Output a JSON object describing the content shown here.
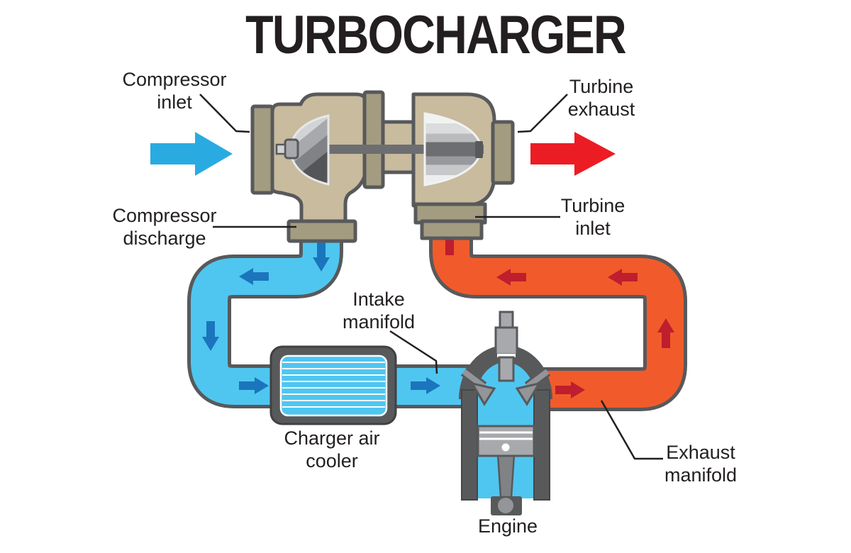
{
  "title": "TURBOCHARGER",
  "labels": {
    "compressor_inlet": "Compressor\ninlet",
    "turbine_exhaust": "Turbine\nexhaust",
    "compressor_discharge": "Compressor\ndischarge",
    "turbine_inlet": "Turbine\ninlet",
    "intake_manifold": "Intake\nmanifold",
    "charge_air_cooler": "Charger air\ncooler",
    "exhaust_manifold": "Exhaust\nmanifold",
    "engine": "Engine"
  },
  "icons": {
    "large_intake_arrow": "right-arrow",
    "large_exhaust_arrow": "right-arrow",
    "intake_flow_arrows": "directional-arrow",
    "exhaust_flow_arrows": "directional-arrow"
  },
  "colors": {
    "intake_pipe": "#4FC6F0",
    "intake_arrow_large": "#29ABE2",
    "intake_flow_arrow": "#1B75BC",
    "exhaust_pipe": "#F15B2B",
    "exhaust_arrow_large": "#EC1C24",
    "exhaust_flow_arrow": "#BE1E2D",
    "housing_tan": "#C8BB9E",
    "flange_tan": "#A39C80",
    "outline_gray": "#58595B",
    "text_color": "#231F20",
    "background": "#FFFFFF"
  }
}
